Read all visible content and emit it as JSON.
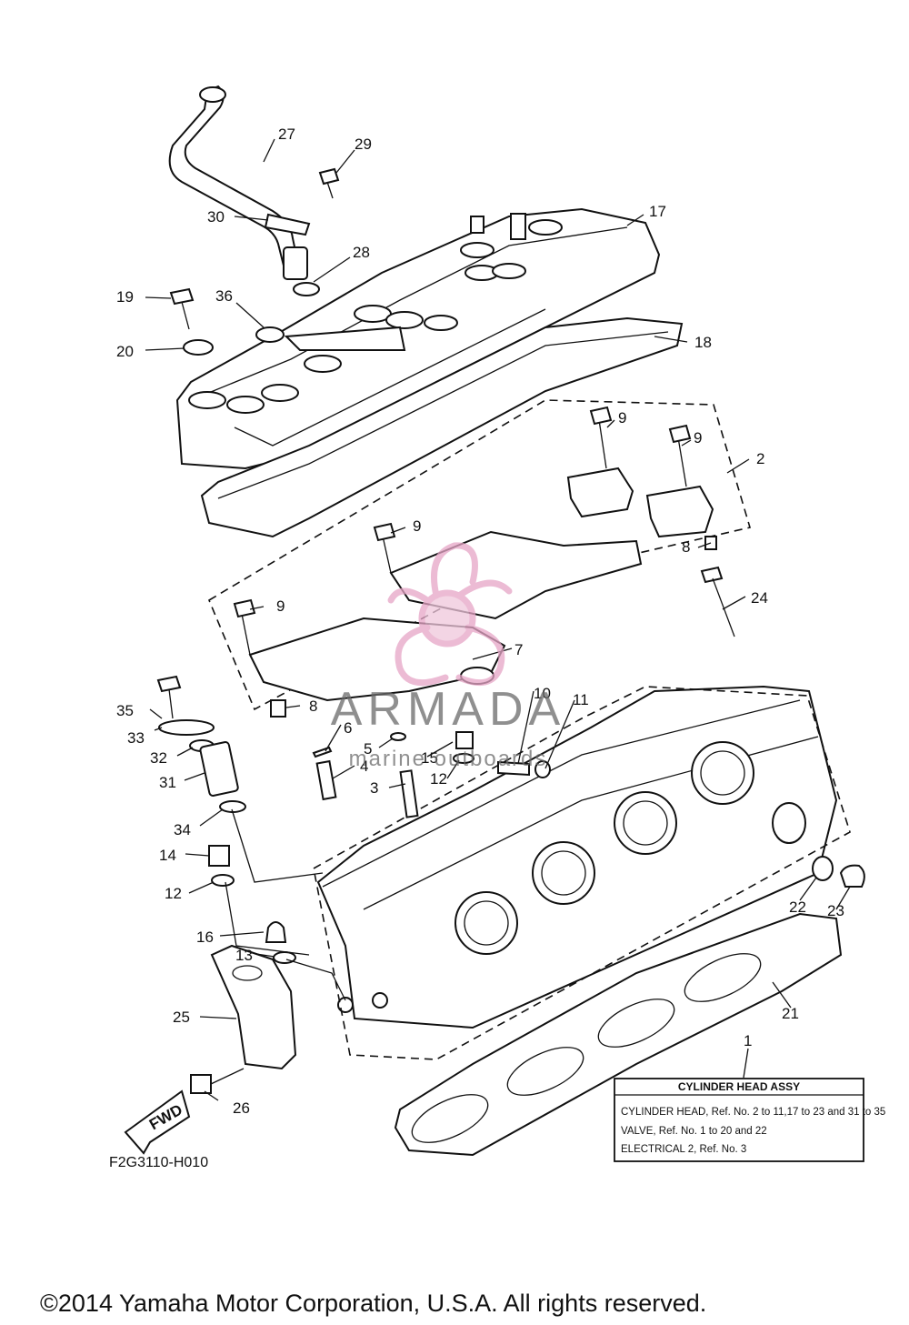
{
  "diagram": {
    "callouts": [
      "1",
      "2",
      "3",
      "4",
      "5",
      "6",
      "7",
      "8",
      "8",
      "9",
      "9",
      "9",
      "9",
      "10",
      "11",
      "12",
      "12",
      "13",
      "14",
      "15",
      "16",
      "17",
      "18",
      "19",
      "20",
      "21",
      "22",
      "23",
      "24",
      "25",
      "26",
      "27",
      "28",
      "29",
      "30",
      "31",
      "32",
      "33",
      "34",
      "35",
      "36"
    ],
    "diagram_code": "F2G3110-H010",
    "fwd_label": "FWD"
  },
  "info_box": {
    "title": "CYLINDER HEAD ASSY",
    "lines": [
      "CYLINDER HEAD, Ref. No. 2 to 11,17 to 23 and 31 to 35",
      "VALVE, Ref. No. 1 to 20 and 22",
      "ELECTRICAL 2, Ref. No. 3"
    ]
  },
  "watermark": {
    "brand": "ARMADA",
    "tagline": "marine outboards"
  },
  "footer": {
    "copyright": "©2014 Yamaha Motor Corporation, U.S.A. All rights reserved."
  }
}
